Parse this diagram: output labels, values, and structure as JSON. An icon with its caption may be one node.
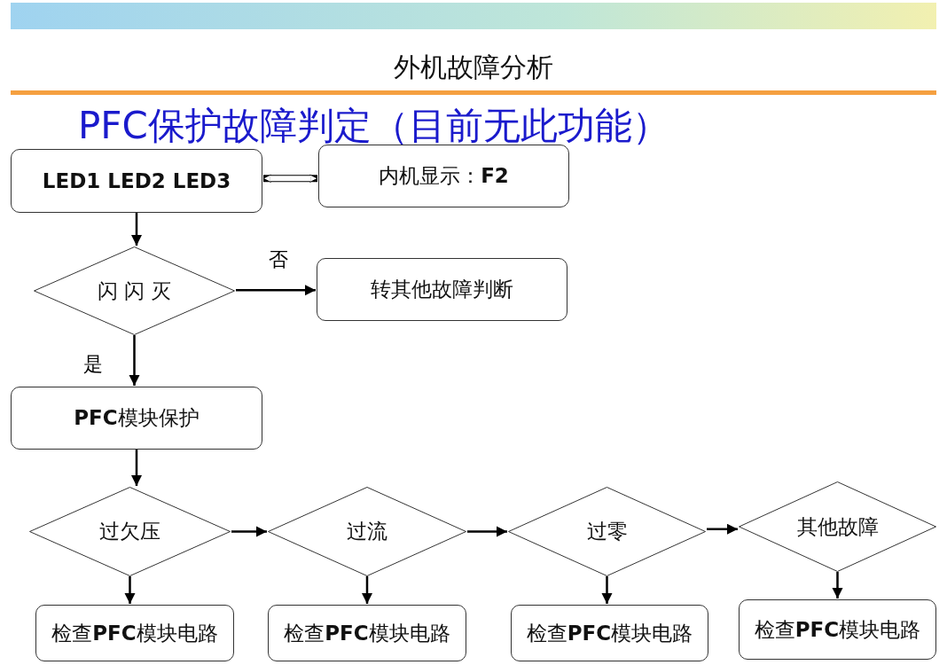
{
  "diagram": {
    "title": "外机故障分析",
    "nodes": [
      {
        "text": [
          "LED1 LED2 LED3"
        ]
      },
      {
        "text": [
          "内机显示：**F2**"
        ]
      },
      {
        "text": [
          "闪 闪 灭"
        ]
      },
      {
        "text": [
          "转其他故障判断"
        ]
      },
      {
        "text": [
          "**PFC**模块保护"
        ]
      },
      {
        "text": [
          "过欠压"
        ]
      },
      {
        "text": [
          "过流"
        ]
      },
      {
        "text": [
          "过零"
        ]
      },
      {
        "text": [
          "其他故障"
        ]
      },
      {
        "text": [
          "检查**PFC**模块电路"
        ]
      },
      {
        "text": [
          "检查**PFC**模块电路"
        ]
      },
      {
        "text": [
          "检查**PFC**模块电路"
        ]
      },
      {
        "text": [
          "检查**PFC**模块电路"
        ]
      }
    ],
    "edges": [
      {
        "from": 0,
        "to": 1,
        "arrow": "both",
        "style": "thick"
      },
      {
        "from": 0,
        "to": 2,
        "arrow": "to"
      },
      {
        "from": 2,
        "to": 3,
        "arrow": "to",
        "label": "否"
      },
      {
        "from": 2,
        "to": 4,
        "arrow": "to",
        "label": "是"
      },
      {
        "from": 4,
        "to": 5,
        "arrow": "to"
      },
      {
        "from": 5,
        "to": 6,
        "arrow": "to"
      },
      {
        "from": 6,
        "to": 7,
        "arrow": "to"
      },
      {
        "from": 7,
        "to": 8,
        "arrow": "to"
      },
      {
        "from": 5,
        "to": 9,
        "arrow": "to"
      },
      {
        "from": 6,
        "to": 10,
        "arrow": "to"
      },
      {
        "from": 7,
        "to": 11,
        "arrow": "to"
      },
      {
        "from": 8,
        "to": 12,
        "arrow": "to"
      }
    ],
    "labels": [
      "PFC保护故障判定（目前无此功能）"
    ]
  }
}
